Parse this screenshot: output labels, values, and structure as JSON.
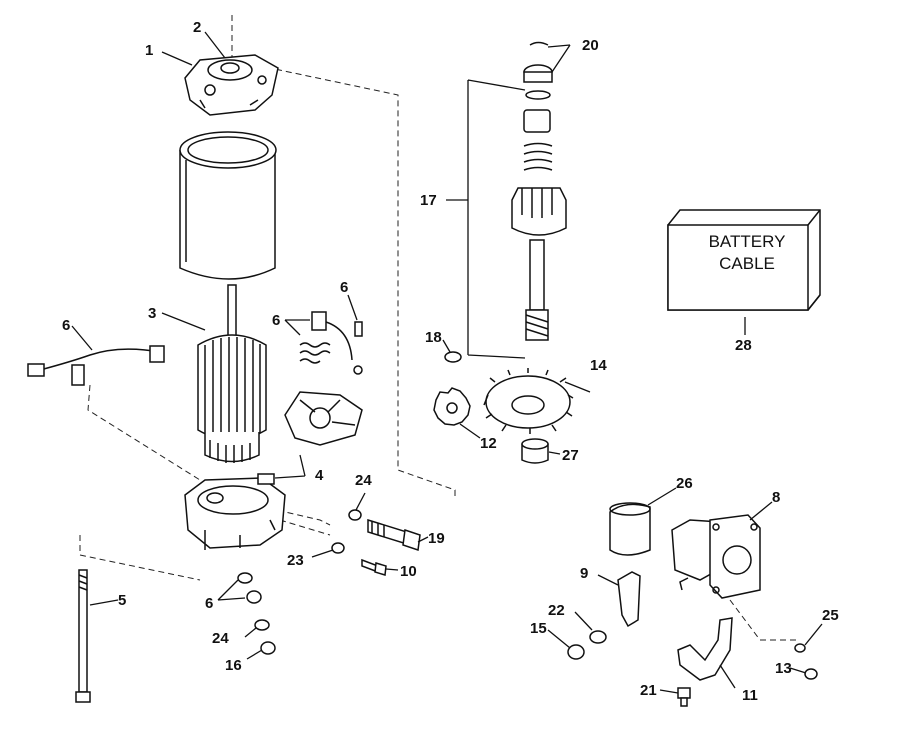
{
  "diagram": {
    "box_label_line1": "BATTERY",
    "box_label_line2": "CABLE",
    "callouts": [
      {
        "id": "c1",
        "text": "1"
      },
      {
        "id": "c2",
        "text": "2"
      },
      {
        "id": "c3",
        "text": "3"
      },
      {
        "id": "c4",
        "text": "4"
      },
      {
        "id": "c5",
        "text": "5"
      },
      {
        "id": "c6a",
        "text": "6"
      },
      {
        "id": "c6b",
        "text": "6"
      },
      {
        "id": "c6c",
        "text": "6"
      },
      {
        "id": "c6d",
        "text": "6"
      },
      {
        "id": "c8",
        "text": "8"
      },
      {
        "id": "c9",
        "text": "9"
      },
      {
        "id": "c10",
        "text": "10"
      },
      {
        "id": "c11",
        "text": "11"
      },
      {
        "id": "c12",
        "text": "12"
      },
      {
        "id": "c13",
        "text": "13"
      },
      {
        "id": "c14",
        "text": "14"
      },
      {
        "id": "c15",
        "text": "15"
      },
      {
        "id": "c16",
        "text": "16"
      },
      {
        "id": "c17",
        "text": "17"
      },
      {
        "id": "c18",
        "text": "18"
      },
      {
        "id": "c19",
        "text": "19"
      },
      {
        "id": "c20",
        "text": "20"
      },
      {
        "id": "c21",
        "text": "21"
      },
      {
        "id": "c22",
        "text": "22"
      },
      {
        "id": "c23",
        "text": "23"
      },
      {
        "id": "c24a",
        "text": "24"
      },
      {
        "id": "c24b",
        "text": "24"
      },
      {
        "id": "c25",
        "text": "25"
      },
      {
        "id": "c26",
        "text": "26"
      },
      {
        "id": "c27",
        "text": "27"
      },
      {
        "id": "c28",
        "text": "28"
      }
    ]
  }
}
